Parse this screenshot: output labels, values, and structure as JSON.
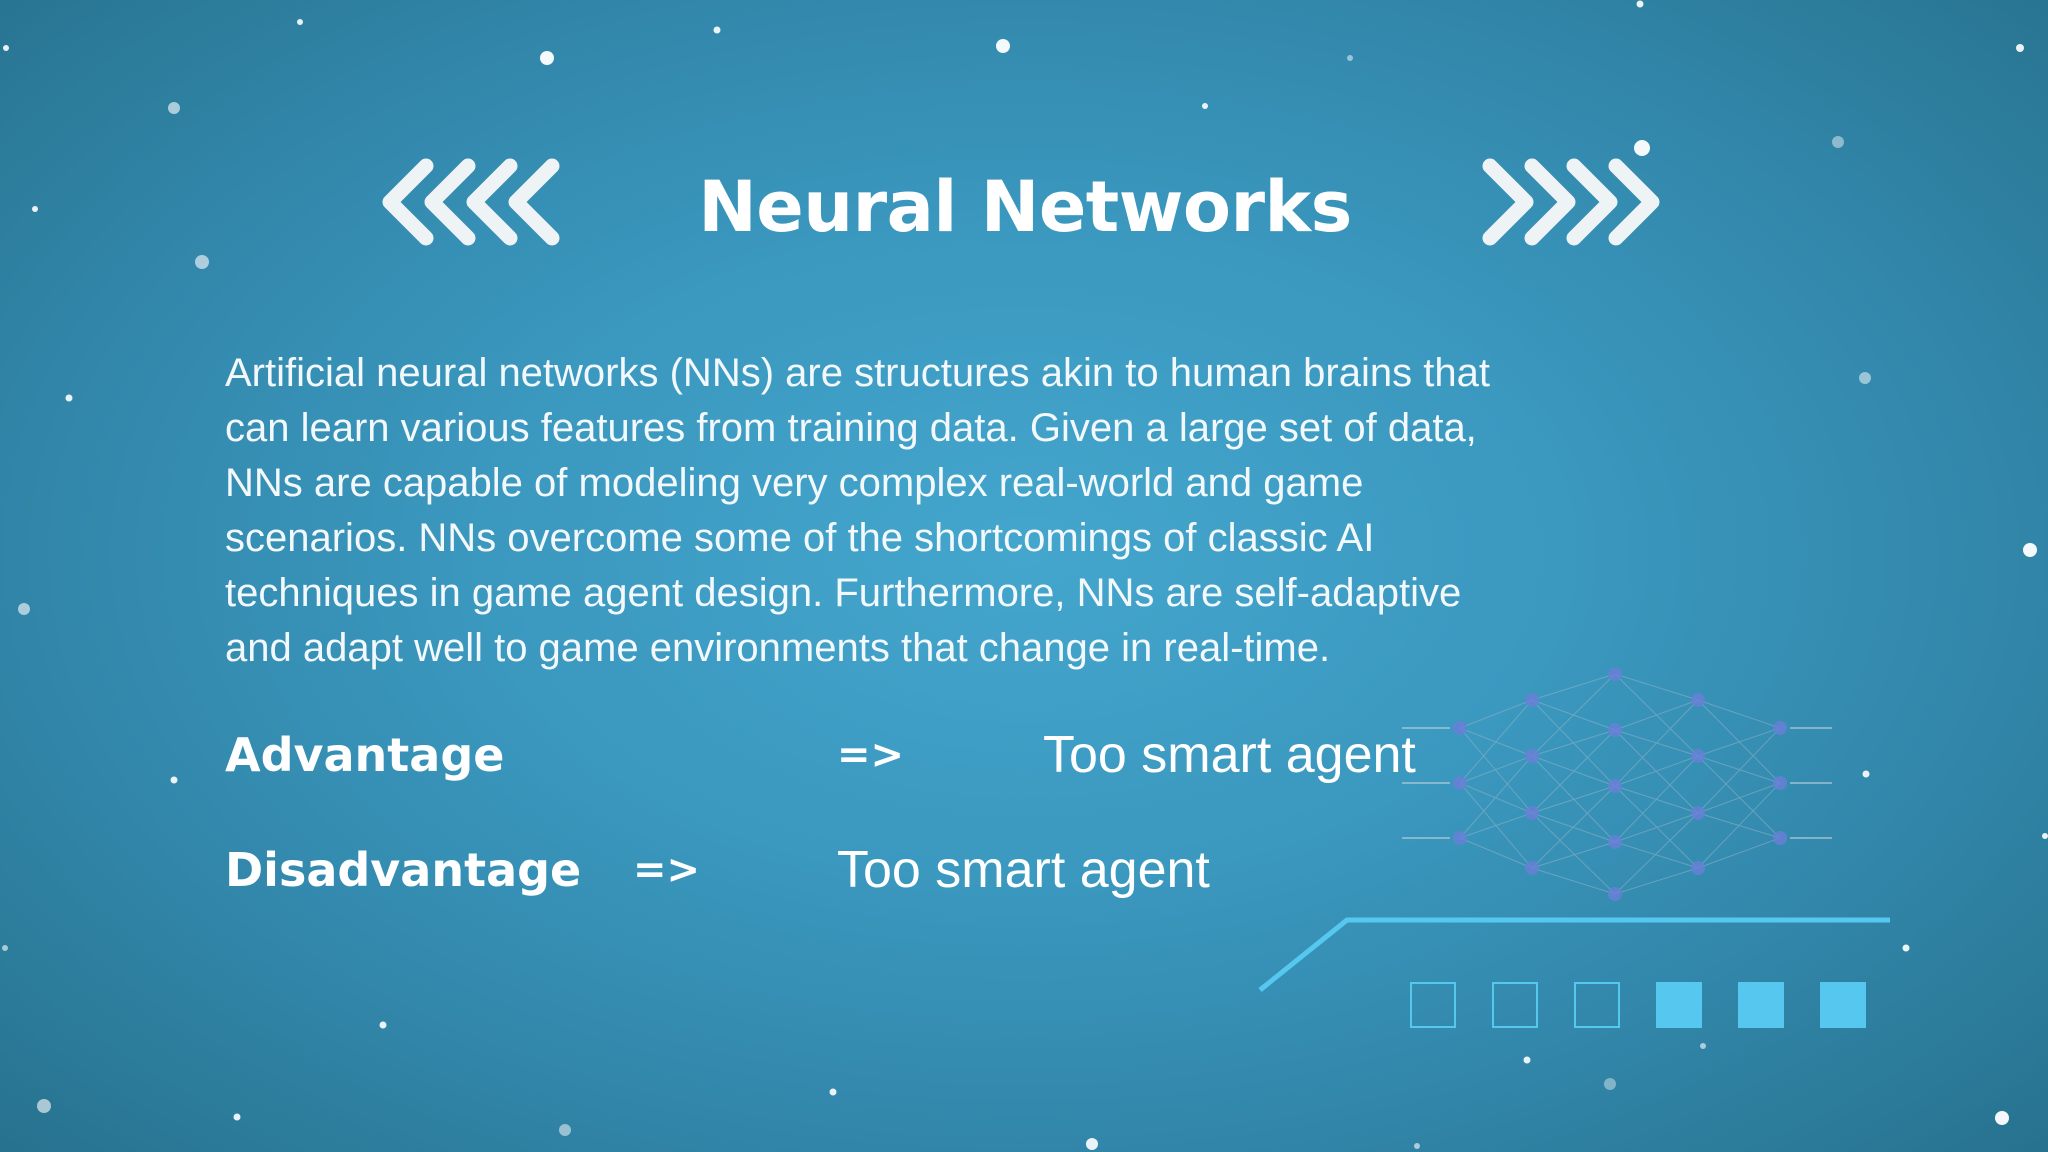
{
  "slide": {
    "title": "Neural Networks",
    "body_lines": [
      "Artificial neural networks (NNs) are structures akin to human brains that",
      "can learn various features from training data. Given a large set of data,",
      "NNs are capable of modeling very complex real-world and game",
      "scenarios. NNs overcome some of the shortcomings of classic AI",
      "techniques in game agent design. Furthermore, NNs are self-adaptive",
      "and adapt well to game environments that change in real-time."
    ],
    "rows": [
      {
        "label": "Advantage",
        "arrow": "=>",
        "value": "Too smart agent"
      },
      {
        "label": "Disadvantage",
        "arrow": "=>",
        "value": "Too smart agent"
      }
    ],
    "left_decoration_icon": "double-chevron-left-icon",
    "right_decoration_icon": "double-chevron-right-icon",
    "graphic_icon": "neural-network-diagram-icon",
    "progress": {
      "total": 6,
      "filled": 3,
      "filled_positions": [
        4,
        5,
        6
      ]
    },
    "colors": {
      "background_center": "#44a6cd",
      "background_edge": "#236c88",
      "accent": "#56c8ef",
      "text": "#ffffff",
      "chevron": "#eef3f6"
    }
  }
}
